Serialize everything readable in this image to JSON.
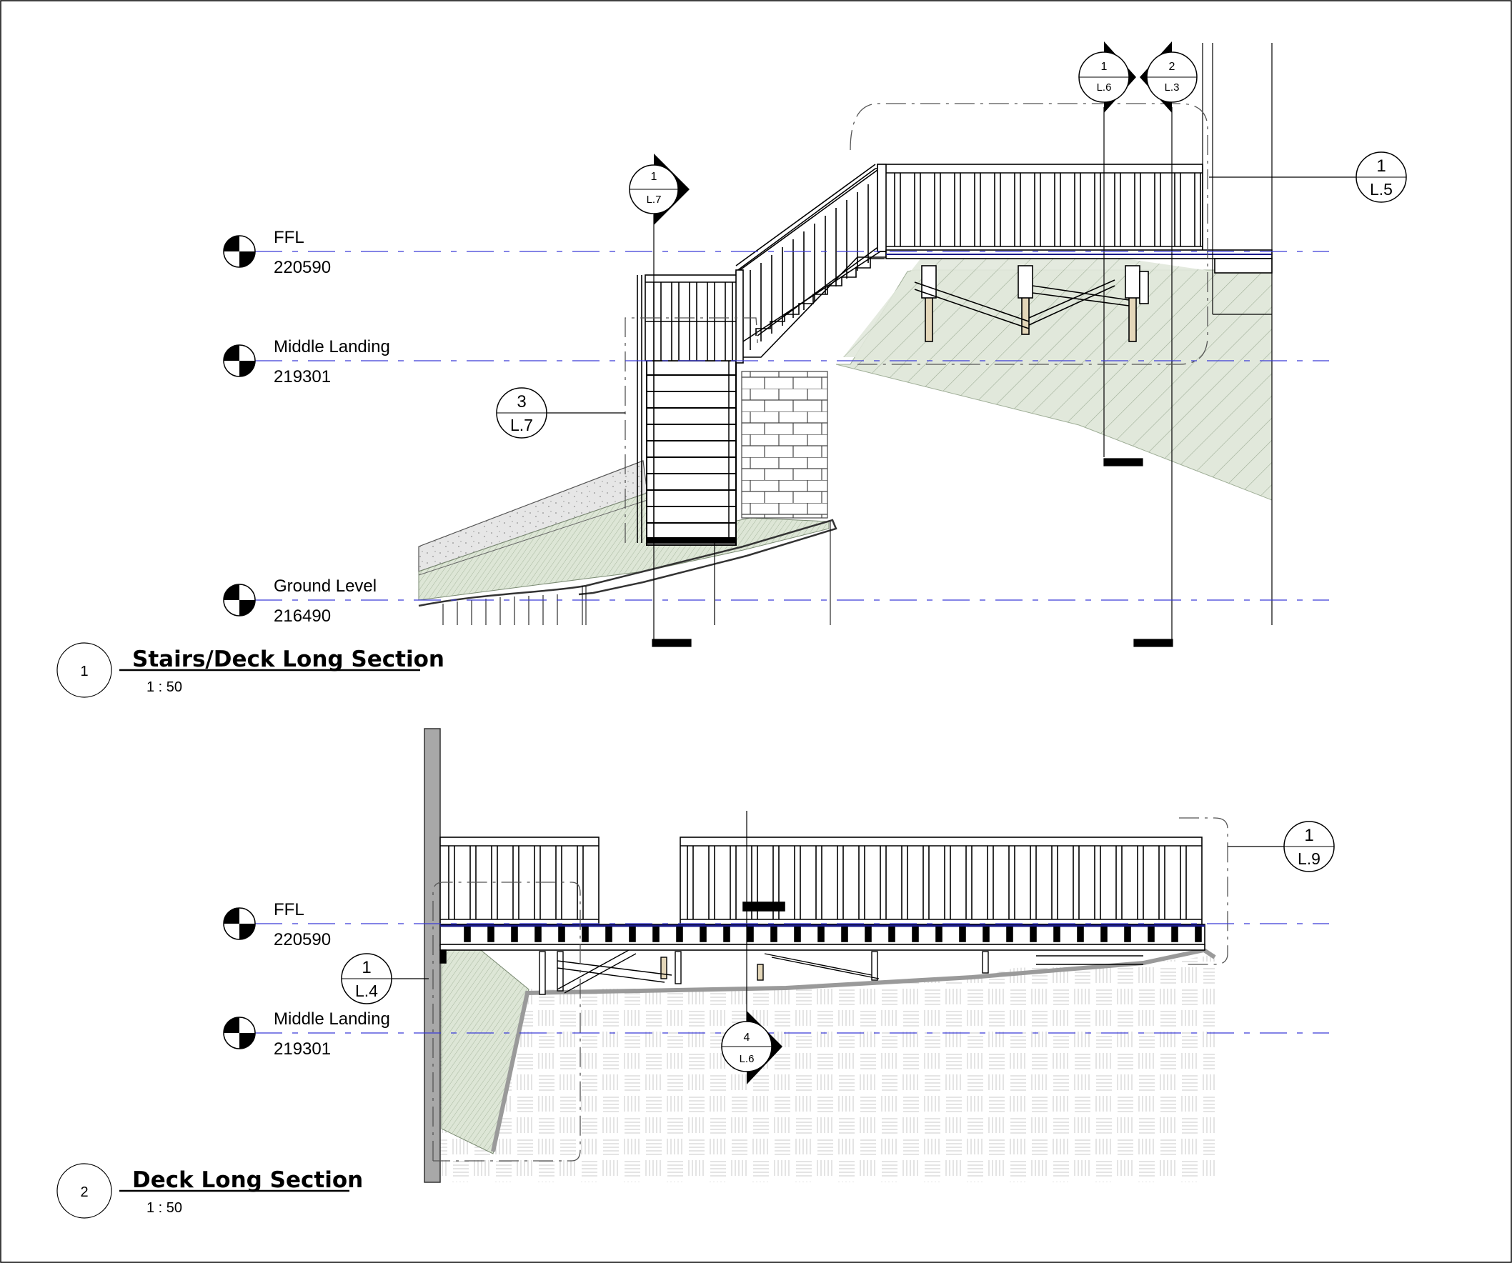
{
  "views": [
    {
      "number": "1",
      "title": "Stairs/Deck Long Section",
      "scale": "1 : 50",
      "levels": [
        {
          "name": "FFL",
          "elevation": "220590"
        },
        {
          "name": "Middle Landing",
          "elevation": "219301"
        },
        {
          "name": "Ground Level",
          "elevation": "216490"
        }
      ],
      "callouts": [
        {
          "id": "1",
          "sheet": "L.7"
        },
        {
          "id": "1",
          "sheet": "L.6"
        },
        {
          "id": "2",
          "sheet": "L.3"
        },
        {
          "id": "1",
          "sheet": "L.5"
        },
        {
          "id": "3",
          "sheet": "L.7"
        }
      ]
    },
    {
      "number": "2",
      "title": "Deck Long Section",
      "scale": "1 : 50",
      "levels": [
        {
          "name": "FFL",
          "elevation": "220590"
        },
        {
          "name": "Middle Landing",
          "elevation": "219301"
        }
      ],
      "callouts": [
        {
          "id": "1",
          "sheet": "L.9"
        },
        {
          "id": "1",
          "sheet": "L.4"
        },
        {
          "id": "4",
          "sheet": "L.6"
        }
      ]
    }
  ],
  "colors": {
    "line": "#000000",
    "level_line": "#3a3ad6",
    "ground_fill": "#dfe6d8",
    "hatch": "#9fae97",
    "wall_fill": "#a8a8a8"
  }
}
